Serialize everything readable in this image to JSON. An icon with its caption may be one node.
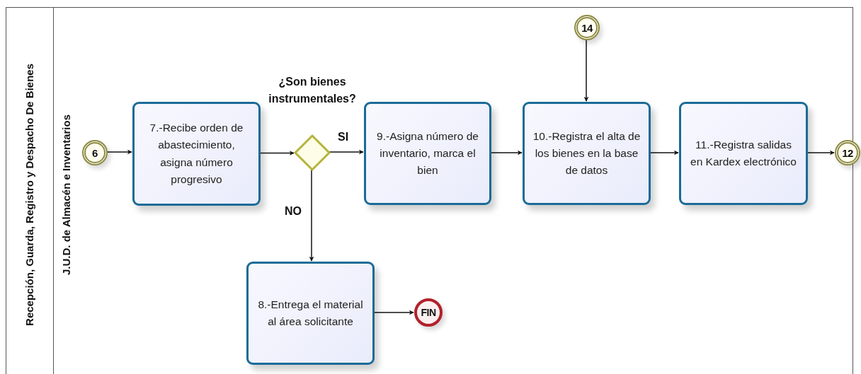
{
  "diagram": {
    "nodes": [
      {
        "text": [
          "Recepción, Guarda, Registro y Despacho De Bienes"
        ]
      },
      {
        "text": [
          "J.U.D. de Almacén e Inventarios"
        ],
        "in": 0
      },
      {
        "text": [
          "6"
        ],
        "in": 1
      },
      {
        "text": [
          "7.-Recibe orden de abastecimiento, asigna número progresivo"
        ],
        "in": 1
      },
      {
        "text": [
          "¿Son bienes instrumentales?"
        ],
        "in": 1
      },
      {
        "text": [
          "14"
        ],
        "in": 1
      },
      {
        "text": [
          "9.-Asigna número de inventario, marca el bien"
        ],
        "in": 1
      },
      {
        "text": [
          "10.-Registra el alta de los bienes en la base de datos"
        ],
        "in": 1
      },
      {
        "text": [
          "11.-Registra salidas en Kardex electrónico"
        ],
        "in": 1
      },
      {
        "text": [
          "12"
        ],
        "in": 1
      },
      {
        "text": [
          "8.-Entrega el material al área solicitante"
        ],
        "in": 1
      },
      {
        "text": [
          "FIN"
        ],
        "in": 1
      }
    ],
    "edges": [
      {
        "from": 2,
        "to": 3,
        "arrow": "to"
      },
      {
        "from": 3,
        "to": 4,
        "arrow": "to"
      },
      {
        "from": 4,
        "to": 6,
        "arrow": "to",
        "label": "SI"
      },
      {
        "from": 4,
        "to": 10,
        "arrow": "to",
        "label": "NO"
      },
      {
        "from": 5,
        "to": 7,
        "arrow": "to"
      },
      {
        "from": 6,
        "to": 7,
        "arrow": "to"
      },
      {
        "from": 7,
        "to": 8,
        "arrow": "to"
      },
      {
        "from": 8,
        "to": 9,
        "arrow": "to"
      },
      {
        "from": 10,
        "to": 11,
        "arrow": "to"
      }
    ]
  }
}
